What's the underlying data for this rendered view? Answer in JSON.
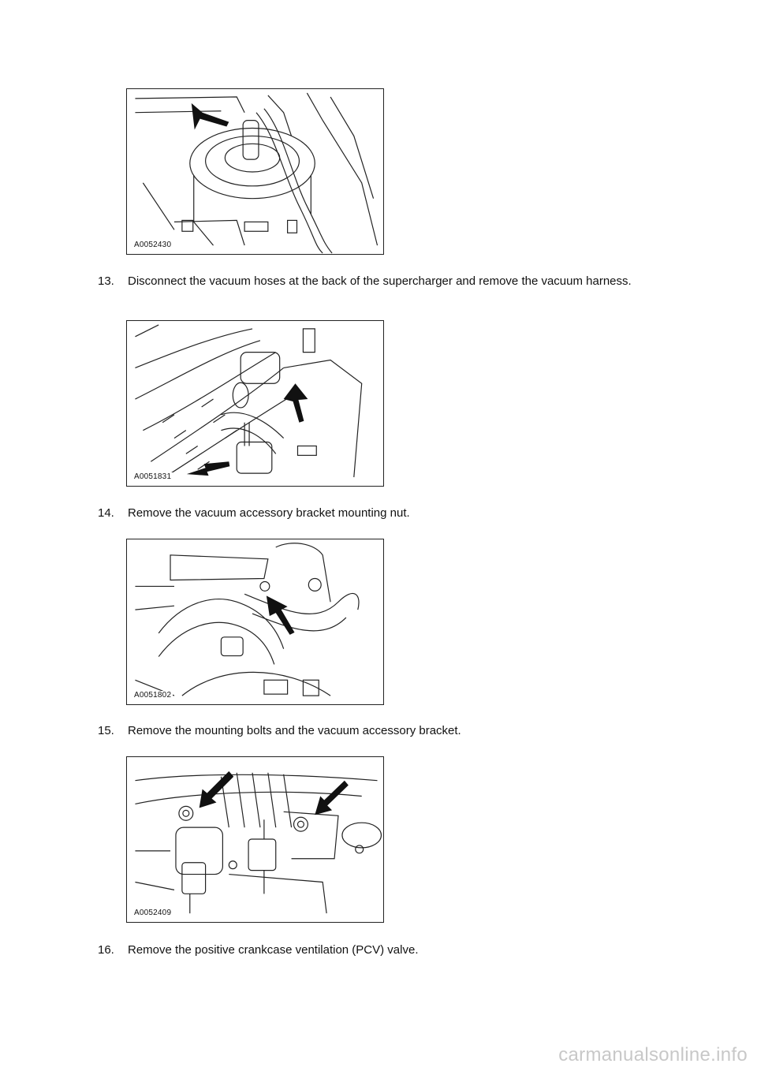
{
  "figures": [
    {
      "id": "A0052430"
    },
    {
      "id": "A0051831"
    },
    {
      "id": "A0051802"
    },
    {
      "id": "A0052409"
    }
  ],
  "steps": [
    {
      "number": "13.",
      "text": "Disconnect the vacuum hoses at the back of the supercharger and remove the vacuum harness."
    },
    {
      "number": "14.",
      "text": "Remove the vacuum accessory bracket mounting nut."
    },
    {
      "number": "15.",
      "text": "Remove the mounting bolts and the vacuum accessory bracket."
    },
    {
      "number": "16.",
      "text": "Remove the positive crankcase ventilation (PCV) valve."
    }
  ],
  "watermark": "carmanualsonline.info"
}
